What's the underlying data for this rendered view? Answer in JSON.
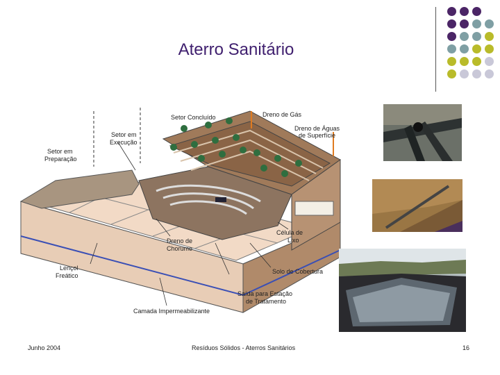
{
  "slide": {
    "title": "Aterro Sanitário",
    "footer_left": "Junho 2004",
    "footer_center": "Resíduos Sólidos - Aterros Sanitários",
    "page_number": "16"
  },
  "diagram": {
    "labels": {
      "setor_concluido": "Setor Concluído",
      "dreno_gas": "Dreno de Gás",
      "dreno_aguas_1": "Dreno de Águas",
      "dreno_aguas_2": "de Superfície",
      "setor_execucao_1": "Setor em",
      "setor_execucao_2": "Execução",
      "setor_preparacao_1": "Setor em",
      "setor_preparacao_2": "Preparação",
      "celula_lixo_1": "Célula de",
      "celula_lixo_2": "Lixo",
      "dreno_chorume_1": "Dreno de",
      "dreno_chorume_2": "Chorume",
      "lencol_1": "Lençol",
      "lencol_2": "Freático",
      "solo_cobertura": "Solo de Cobertura",
      "saida_1": "Saída para Estação",
      "saida_2": "de Tratamento",
      "camada": "Camada Impermeabilizante"
    }
  },
  "decor": {
    "dot_colors": {
      "purple": "#4b2566",
      "teal": "#7f9fa4",
      "olive": "#b9bb2a",
      "lavender": "#c9c8d8"
    }
  }
}
